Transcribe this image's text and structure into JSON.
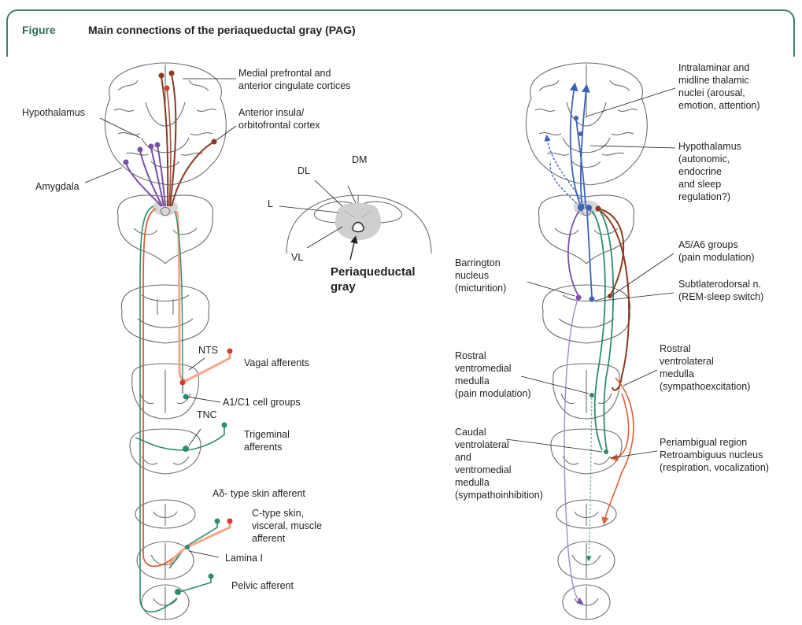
{
  "header": {
    "figure_label": "Figure",
    "title": "Main connections of the periaqueductal gray (PAG)"
  },
  "colors": {
    "frame": "#3f7f6e",
    "purple": "#7b4fa8",
    "brown": "#8a3a1f",
    "red": "#d63a2b",
    "salmon": "#f2a68a",
    "teal": "#2e8b72",
    "blue": "#3b64b8",
    "pag_gray": "#cfcfcf"
  },
  "left_panel": {
    "medial_prefrontal": [
      "Medial prefrontal and",
      "anterior cingulate cortices"
    ],
    "hypothalamus": "Hypothalamus",
    "anterior_insula": [
      "Anterior insula/",
      "orbitofrontal cortex"
    ],
    "amygdala": "Amygdala",
    "nts": "NTS",
    "vagal_afferents": "Vagal afferents",
    "a1c1": "A1/C1 cell groups",
    "tnc": "TNC",
    "trigeminal_afferents": [
      "Trigeminal",
      "afferents"
    ],
    "adelta": "Aδ- type skin afferent",
    "ctype": [
      "C-type skin,",
      "visceral, muscle",
      "afferent"
    ],
    "lamina": "Lamina I",
    "pelvic": "Pelvic afferent"
  },
  "center_panel": {
    "dm": "DM",
    "dl": "DL",
    "l": "L",
    "vl": "VL",
    "pag": [
      "Periaqueductal",
      "gray"
    ]
  },
  "right_panel": {
    "intralaminar": [
      "Intralaminar and",
      "midline thalamic",
      "nuclei (arousal,",
      "emotion, attention)"
    ],
    "hypothalamus": [
      "Hypothalamus",
      "(autonomic,",
      "endocrine",
      "and sleep",
      "regulation?)"
    ],
    "a5a6": [
      "A5/A6 groups",
      "(pain modulation)"
    ],
    "barrington": [
      "Barrington",
      "nucleus",
      "(micturition)"
    ],
    "subl": [
      "Subtlaterodorsal n.",
      "(REM-sleep switch)"
    ],
    "rvm": [
      "Rostral",
      "ventromedial",
      "medulla",
      "(pain modulation)"
    ],
    "rvlm": [
      "Rostral",
      "ventrolateral",
      "medulla",
      "(sympathoexcitation)"
    ],
    "cvlm": [
      "Caudal",
      "ventrolateral",
      "and",
      "ventromedial",
      "medulla",
      "(sympathoinhibition)"
    ],
    "periambigual": [
      "Periambigual region",
      "Retroambiguus nucleus",
      "(respiration, vocalization)"
    ]
  }
}
